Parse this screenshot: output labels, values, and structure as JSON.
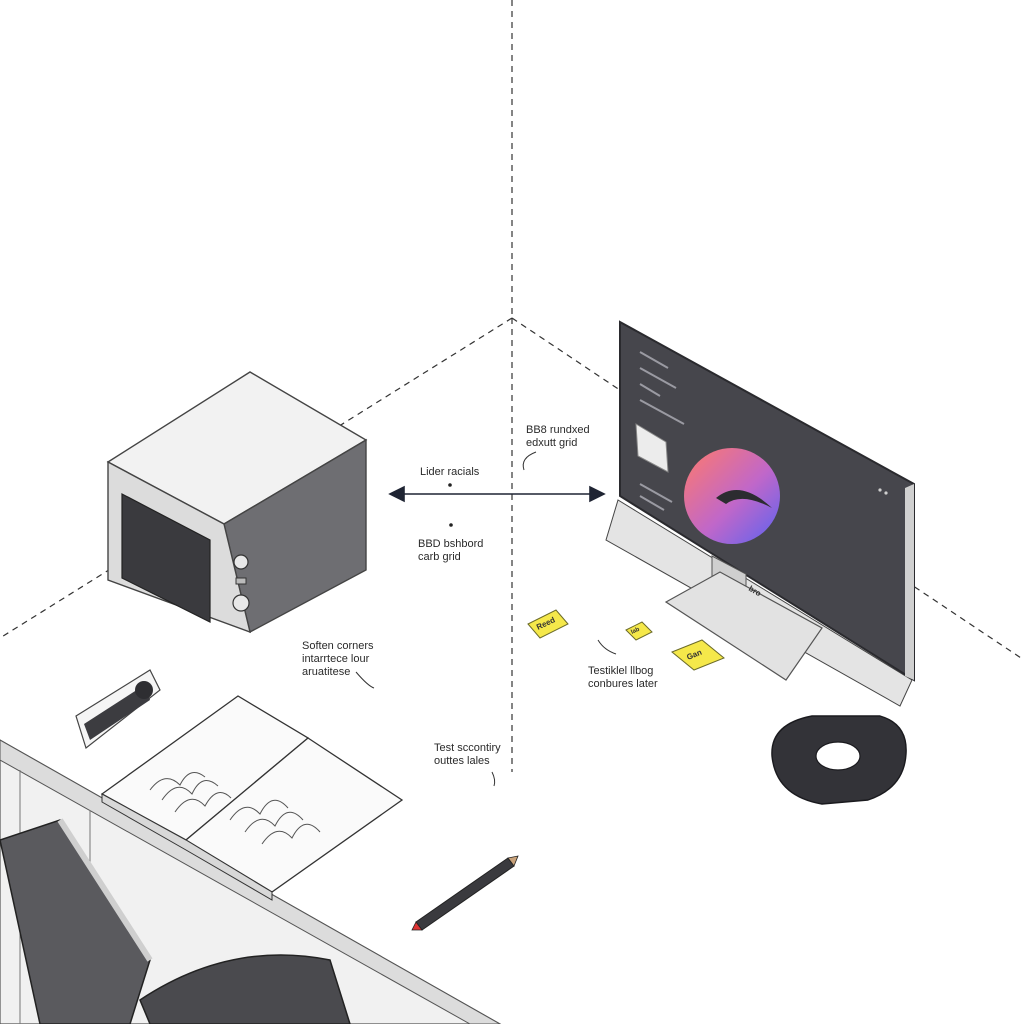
{
  "annotations": {
    "top_right": [
      "BB8 rundxed",
      "edxutt grid"
    ],
    "arrow_label": "Lider racials",
    "mid_left": [
      "BBD bshbord",
      "carb grid"
    ],
    "left_lower": [
      "Soften corners",
      "intarrtece lour",
      "aruatitese"
    ],
    "right_lower": [
      "Testiklel llbog",
      "conbures later"
    ],
    "bottom_center": [
      "Test sccontiry",
      "outtes lales"
    ]
  },
  "sticky_notes": [
    "Reed",
    "lab",
    "Gan"
  ],
  "monitor_brand": "bro",
  "colors": {
    "ink": "#1f2433",
    "screen": "#4a4a52",
    "gradient_start": "#ff7a6b",
    "gradient_end": "#5b63f0",
    "sticky": "#f5e84a"
  }
}
